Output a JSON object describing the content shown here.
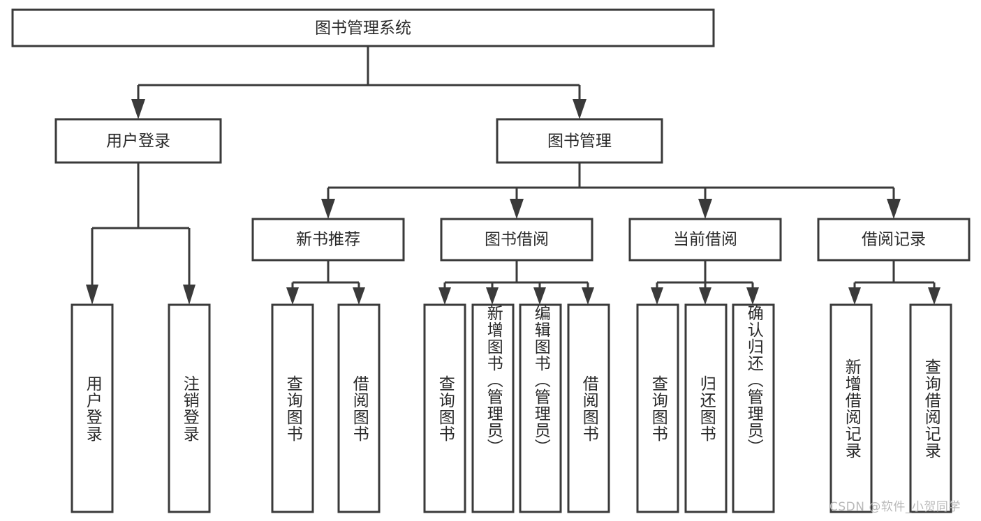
{
  "diagram": {
    "type": "tree",
    "title": "图书管理系统",
    "root": {
      "label": "图书管理系统"
    },
    "level2": [
      {
        "label": "用户登录"
      },
      {
        "label": "图书管理"
      }
    ],
    "level3": [
      {
        "label": "新书推荐"
      },
      {
        "label": "图书借阅"
      },
      {
        "label": "当前借阅"
      },
      {
        "label": "借阅记录"
      }
    ],
    "leaves": {
      "user_login": [
        "用户登录",
        "注销登录"
      ],
      "new_book_recommend": [
        "查询图书",
        "借阅图书"
      ],
      "book_borrow": [
        "查询图书",
        "新增图书（管理员）",
        "编辑图书（管理员）",
        "借阅图书"
      ],
      "current_borrow": [
        "查询图书",
        "归还图书",
        "确认归还（管理员）"
      ],
      "borrow_record": [
        "新增借阅记录",
        "查询借阅记录"
      ]
    }
  },
  "watermark": {
    "text": "CSDN @软件_小贺同学"
  },
  "colors": {
    "background": "#ffffff",
    "stroke": "#3a3a3a",
    "text": "#2a2a2a",
    "watermark": "#b9b9b9"
  }
}
